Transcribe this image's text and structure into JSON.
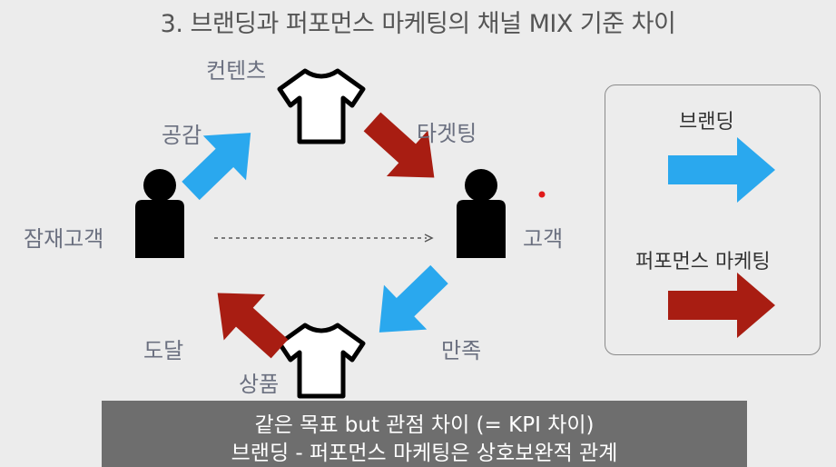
{
  "title": "3. 브랜딩과 퍼포먼스 마케팅의 채널 MIX 기준 차이",
  "nodes": {
    "potential_customer": "잠재고객",
    "customer": "고객",
    "content": "컨텐츠",
    "product": "상품"
  },
  "arrows": {
    "empathy": "공감",
    "targeting": "타겟팅",
    "satisfaction": "만족",
    "reach": "도달"
  },
  "legend": {
    "branding": "브랜딩",
    "performance": "퍼포먼스 마케팅"
  },
  "caption": {
    "line1": "같은 목표 but 관점 차이 (= KPI 차이)",
    "line2": "브랜딩 - 퍼포먼스 마케팅은 상호보완적 관계"
  },
  "colors": {
    "branding_arrow": "#2aa8ee",
    "performance_arrow": "#a81d12",
    "icon": "#000000",
    "caption_bg": "#6e6e6e"
  },
  "icons": [
    "person-icon",
    "tshirt-icon"
  ]
}
